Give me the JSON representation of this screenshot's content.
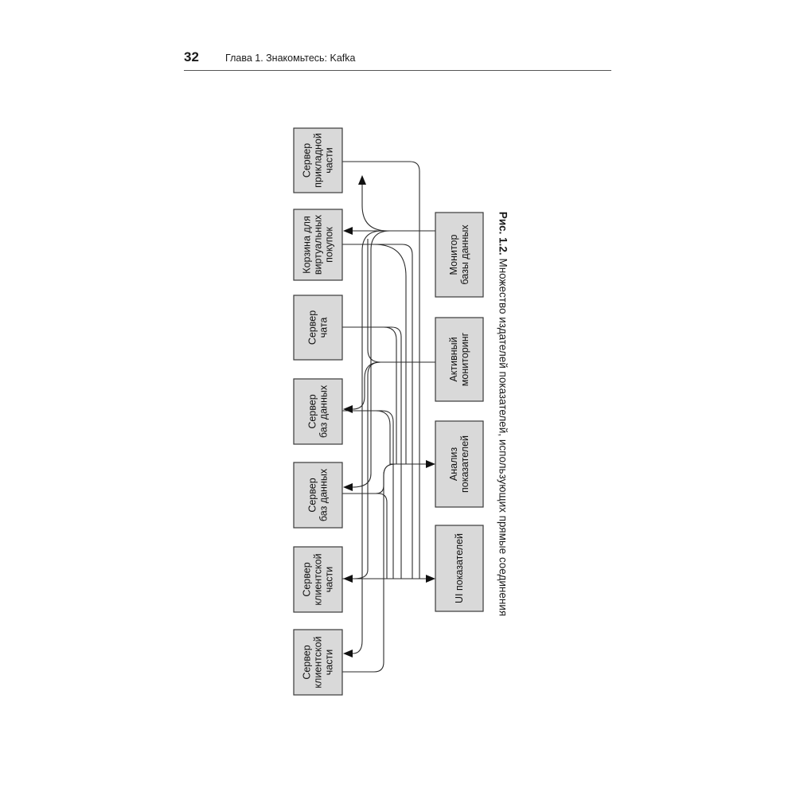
{
  "header": {
    "page_number": "32",
    "running_head": "Глава 1. Знакомьтесь: Kafka"
  },
  "figure": {
    "caption_label": "Рис. 1.2.",
    "caption_text": "Множество издателей показателей, использующих прямые соединения",
    "left_nodes": [
      {
        "lines": [
          "Сервер",
          "прикладной",
          "части"
        ]
      },
      {
        "lines": [
          "Корзина для",
          "виртуальных",
          "покупок"
        ]
      },
      {
        "lines": [
          "Сервер",
          "чата"
        ]
      },
      {
        "lines": [
          "Сервер",
          "баз данных"
        ]
      },
      {
        "lines": [
          "Сервер",
          "баз данных"
        ]
      },
      {
        "lines": [
          "Сервер",
          "клиентской",
          "части"
        ]
      },
      {
        "lines": [
          "Сервер",
          "клиентской",
          "части"
        ]
      }
    ],
    "right_nodes": [
      {
        "lines": [
          "Монитор",
          "базы данных"
        ]
      },
      {
        "lines": [
          "Активный",
          "мониторинг"
        ]
      },
      {
        "lines": [
          "Анализ",
          "показателей"
        ]
      },
      {
        "lines": [
          "UI показателей"
        ]
      }
    ]
  }
}
